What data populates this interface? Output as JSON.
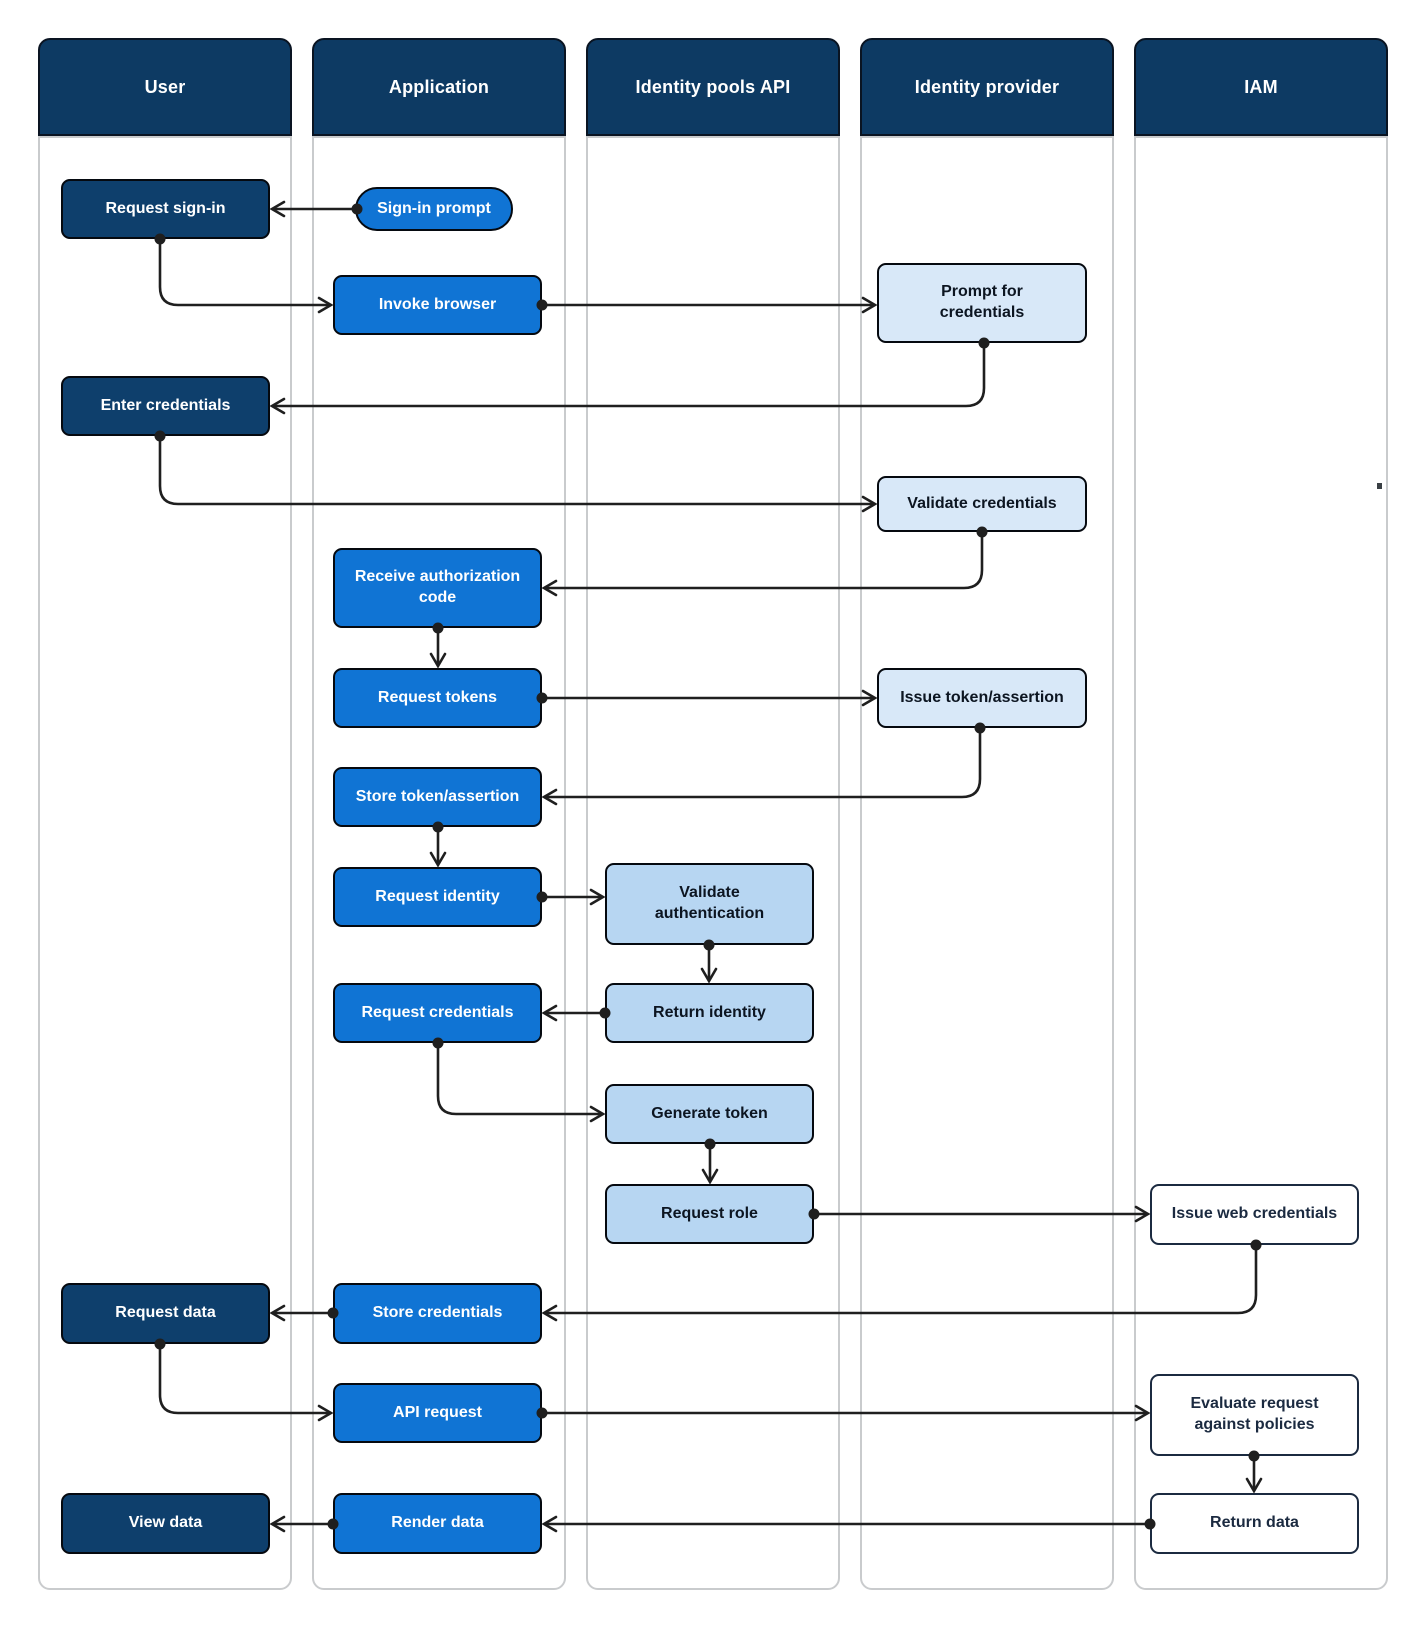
{
  "lanes": [
    {
      "id": "user",
      "title": "User"
    },
    {
      "id": "application",
      "title": "Application"
    },
    {
      "id": "identity_pools_api",
      "title": "Identity pools API"
    },
    {
      "id": "identity_provider",
      "title": "Identity provider"
    },
    {
      "id": "iam",
      "title": "IAM"
    }
  ],
  "nodes": {
    "request_sign_in": {
      "label": "Request sign-in",
      "lane": "user"
    },
    "sign_in_prompt": {
      "label": "Sign-in prompt",
      "lane": "application",
      "shape": "pill"
    },
    "invoke_browser": {
      "label": "Invoke browser",
      "lane": "application"
    },
    "prompt_for_credentials": {
      "label": "Prompt for credentials",
      "lane": "identity_provider"
    },
    "enter_credentials": {
      "label": "Enter credentials",
      "lane": "user"
    },
    "validate_credentials": {
      "label": "Validate credentials",
      "lane": "identity_provider"
    },
    "receive_authorization_code": {
      "label": "Receive authorization code",
      "lane": "application"
    },
    "request_tokens": {
      "label": "Request tokens",
      "lane": "application"
    },
    "issue_token_assertion": {
      "label": "Issue token/assertion",
      "lane": "identity_provider"
    },
    "store_token_assertion": {
      "label": "Store token/assertion",
      "lane": "application"
    },
    "request_identity": {
      "label": "Request identity",
      "lane": "application"
    },
    "validate_authentication": {
      "label": "Validate authentication",
      "lane": "identity_pools_api"
    },
    "request_credentials": {
      "label": "Request credentials",
      "lane": "application"
    },
    "return_identity": {
      "label": "Return identity",
      "lane": "identity_pools_api"
    },
    "generate_token": {
      "label": "Generate token",
      "lane": "identity_pools_api"
    },
    "request_role": {
      "label": "Request role",
      "lane": "identity_pools_api"
    },
    "issue_web_credentials": {
      "label": "Issue web credentials",
      "lane": "iam"
    },
    "store_credentials": {
      "label": "Store credentials",
      "lane": "application"
    },
    "request_data": {
      "label": "Request data",
      "lane": "user"
    },
    "api_request": {
      "label": "API request",
      "lane": "application"
    },
    "evaluate_request_against_policies": {
      "label": "Evaluate request against policies",
      "lane": "iam"
    },
    "return_data": {
      "label": "Return data",
      "lane": "iam"
    },
    "render_data": {
      "label": "Render data",
      "lane": "application"
    },
    "view_data": {
      "label": "View data",
      "lane": "user"
    }
  },
  "edges": [
    {
      "from": "sign_in_prompt",
      "to": "request_sign_in"
    },
    {
      "from": "request_sign_in",
      "to": "invoke_browser"
    },
    {
      "from": "invoke_browser",
      "to": "prompt_for_credentials"
    },
    {
      "from": "prompt_for_credentials",
      "to": "enter_credentials"
    },
    {
      "from": "enter_credentials",
      "to": "validate_credentials"
    },
    {
      "from": "validate_credentials",
      "to": "receive_authorization_code"
    },
    {
      "from": "receive_authorization_code",
      "to": "request_tokens"
    },
    {
      "from": "request_tokens",
      "to": "issue_token_assertion"
    },
    {
      "from": "issue_token_assertion",
      "to": "store_token_assertion"
    },
    {
      "from": "store_token_assertion",
      "to": "request_identity"
    },
    {
      "from": "request_identity",
      "to": "validate_authentication"
    },
    {
      "from": "validate_authentication",
      "to": "return_identity"
    },
    {
      "from": "return_identity",
      "to": "request_credentials"
    },
    {
      "from": "request_credentials",
      "to": "generate_token"
    },
    {
      "from": "generate_token",
      "to": "request_role"
    },
    {
      "from": "request_role",
      "to": "issue_web_credentials"
    },
    {
      "from": "issue_web_credentials",
      "to": "store_credentials"
    },
    {
      "from": "store_credentials",
      "to": "request_data"
    },
    {
      "from": "request_data",
      "to": "api_request"
    },
    {
      "from": "api_request",
      "to": "evaluate_request_against_policies"
    },
    {
      "from": "evaluate_request_against_policies",
      "to": "return_data"
    },
    {
      "from": "return_data",
      "to": "render_data"
    },
    {
      "from": "render_data",
      "to": "view_data"
    }
  ],
  "colors": {
    "lane_header": "#0d3a63",
    "user_box": "#0e3f6c",
    "application_box": "#1074d4",
    "identity_pools_box": "#b7d6f2",
    "identity_provider_box": "#d8e8f8",
    "iam_box": "#ffffff",
    "arrow": "#1f1f1f",
    "lane_border": "#c9cbcd"
  }
}
